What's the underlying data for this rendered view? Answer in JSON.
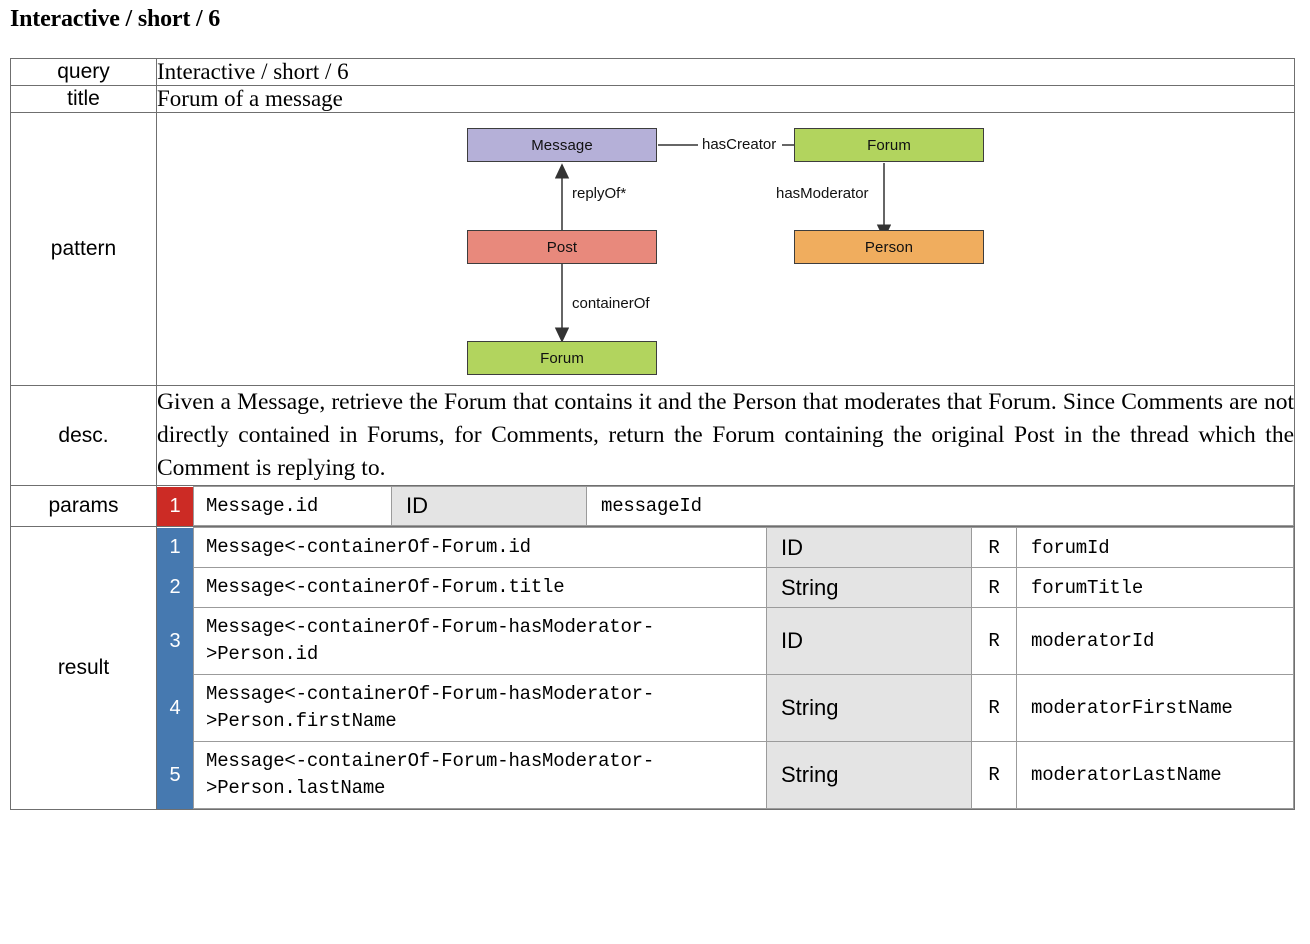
{
  "heading": "Interactive / short / 6",
  "rows": {
    "query_label": "query",
    "query_value": "Interactive / short / 6",
    "title_label": "title",
    "title_value": "Forum of a message",
    "pattern_label": "pattern",
    "desc_label": "desc.",
    "desc_text": "Given a Message, retrieve the Forum that contains it and the Person that moderates that Forum. Since Comments are not directly contained in Forums, for Comments, return the Forum containing the original Post in the thread which the Comment is replying to.",
    "params_label": "params",
    "result_label": "result"
  },
  "pattern": {
    "nodes": [
      {
        "id": "message",
        "label": "Message",
        "color": "#b5b0d8"
      },
      {
        "id": "forum_top",
        "label": "Forum",
        "color": "#b2d45e"
      },
      {
        "id": "post",
        "label": "Post",
        "color": "#e8897c"
      },
      {
        "id": "person",
        "label": "Person",
        "color": "#f0ad5e"
      },
      {
        "id": "forum_bottom",
        "label": "Forum",
        "color": "#b2d45e"
      }
    ],
    "edges": [
      {
        "from": "message",
        "to": "forum_top",
        "label": "hasCreator"
      },
      {
        "from": "post",
        "to": "message",
        "label": "replyOf*"
      },
      {
        "from": "forum_top",
        "to": "person",
        "label": "hasModerator"
      },
      {
        "from": "post",
        "to": "forum_bottom",
        "label": "containerOf"
      }
    ]
  },
  "params": [
    {
      "index": "1",
      "path": "Message.id",
      "type": "ID",
      "name": "messageId"
    }
  ],
  "result": [
    {
      "index": "1",
      "path_line1": "Message<-containerOf-Forum.id",
      "path_line2": "",
      "type": "ID",
      "rw": "R",
      "name": "forumId"
    },
    {
      "index": "2",
      "path_line1": "Message<-containerOf-Forum.title",
      "path_line2": "",
      "type": "String",
      "rw": "R",
      "name": "forumTitle"
    },
    {
      "index": "3",
      "path_line1": "Message<-containerOf-Forum-hasModerator-",
      "path_line2": ">Person.id",
      "type": "ID",
      "rw": "R",
      "name": "moderatorId"
    },
    {
      "index": "4",
      "path_line1": "Message<-containerOf-Forum-hasModerator-",
      "path_line2": ">Person.firstName",
      "type": "String",
      "rw": "R",
      "name": "moderatorFirstName"
    },
    {
      "index": "5",
      "path_line1": "Message<-containerOf-Forum-hasModerator-",
      "path_line2": ">Person.lastName",
      "type": "String",
      "rw": "R",
      "name": "moderatorLastName"
    }
  ],
  "colors": {
    "param_badge": "#cc2b25",
    "result_badge": "#4679b0",
    "type_cell_bg": "#e4e4e4",
    "border": "#6f6f6f"
  }
}
